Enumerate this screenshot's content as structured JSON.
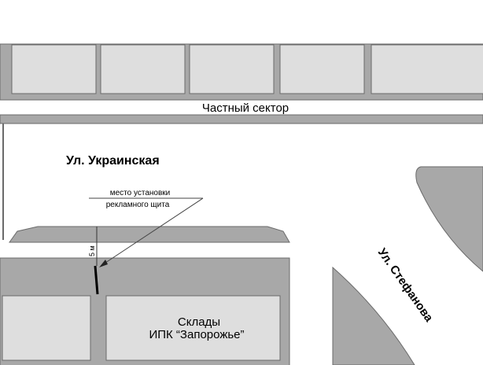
{
  "map": {
    "private_sector_label": "Частный сектор",
    "street_ukrainskaya": "Ул. Украинская",
    "street_stefanova": "Ул. Стефанова",
    "billboard_label_line1": "место установки",
    "billboard_label_line2": "рекламного щита",
    "distance_label": "5 м",
    "warehouse_line1": "Склады",
    "warehouse_line2": "ИПК “Запорожье”"
  },
  "colors": {
    "block": "#a8a8a8",
    "building": "#dedede",
    "outline": "#6a6a6a"
  }
}
